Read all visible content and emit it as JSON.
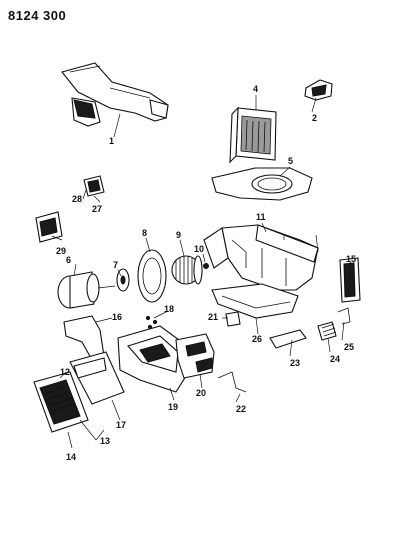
{
  "document": {
    "number": "8124 300"
  },
  "callouts": [
    {
      "id": "c1",
      "label": "1"
    },
    {
      "id": "c2",
      "label": "2"
    },
    {
      "id": "c4",
      "label": "4"
    },
    {
      "id": "c5",
      "label": "5"
    },
    {
      "id": "c6",
      "label": "6"
    },
    {
      "id": "c7",
      "label": "7"
    },
    {
      "id": "c8",
      "label": "8"
    },
    {
      "id": "c9",
      "label": "9"
    },
    {
      "id": "c10",
      "label": "10"
    },
    {
      "id": "c11",
      "label": "11"
    },
    {
      "id": "c12",
      "label": "12"
    },
    {
      "id": "c13",
      "label": "13"
    },
    {
      "id": "c14",
      "label": "14"
    },
    {
      "id": "c15",
      "label": "15"
    },
    {
      "id": "c16",
      "label": "16"
    },
    {
      "id": "c17",
      "label": "17"
    },
    {
      "id": "c18",
      "label": "18"
    },
    {
      "id": "c19",
      "label": "19"
    },
    {
      "id": "c20",
      "label": "20"
    },
    {
      "id": "c21",
      "label": "21"
    },
    {
      "id": "c22",
      "label": "22"
    },
    {
      "id": "c23",
      "label": "23"
    },
    {
      "id": "c24",
      "label": "24"
    },
    {
      "id": "c25",
      "label": "25"
    },
    {
      "id": "c26",
      "label": "26"
    },
    {
      "id": "c27",
      "label": "27"
    },
    {
      "id": "c28",
      "label": "28"
    },
    {
      "id": "c29",
      "label": "29"
    }
  ]
}
